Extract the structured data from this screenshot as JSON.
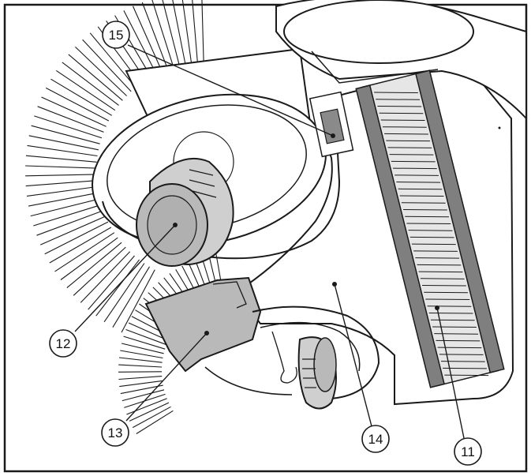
{
  "callouts": [
    {
      "id": "c15",
      "label": "15"
    },
    {
      "id": "c12",
      "label": "12"
    },
    {
      "id": "c13",
      "label": "13"
    },
    {
      "id": "c14",
      "label": "14"
    },
    {
      "id": "c11",
      "label": "11"
    }
  ],
  "colors": {
    "outline": "#1a1a1a",
    "component_gray": "#b9b9b9",
    "brush_roller_gray": "#7f7f7f",
    "background": "#ffffff"
  }
}
